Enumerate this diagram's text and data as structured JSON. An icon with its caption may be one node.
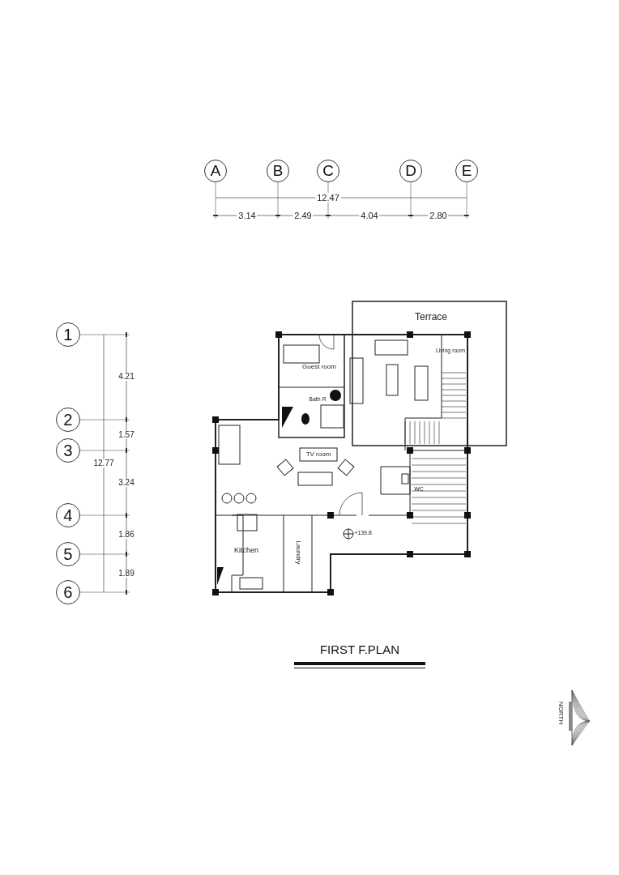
{
  "diagram": {
    "title": "FIRST F.PLAN",
    "nodes": [
      {
        "text": [
          "A"
        ]
      },
      {
        "text": [
          "B"
        ]
      },
      {
        "text": [
          "C"
        ]
      },
      {
        "text": [
          "D"
        ]
      },
      {
        "text": [
          "E"
        ]
      },
      {
        "text": [
          "1"
        ]
      },
      {
        "text": [
          "2"
        ]
      },
      {
        "text": [
          "3"
        ]
      },
      {
        "text": [
          "4"
        ]
      },
      {
        "text": [
          "5"
        ]
      },
      {
        "text": [
          "6"
        ]
      }
    ],
    "labels": [
      "12.47",
      "3.14",
      "2.49",
      "4.04",
      "2.80",
      "4.21",
      "1.57",
      "12.77",
      "3.24",
      "1.86",
      "1.89",
      "Terrace",
      "Living room",
      "Guest room",
      "Bath R",
      "TV room",
      "WC",
      "Kitchen",
      "Laundry",
      "+139.8",
      "NORTH"
    ]
  }
}
